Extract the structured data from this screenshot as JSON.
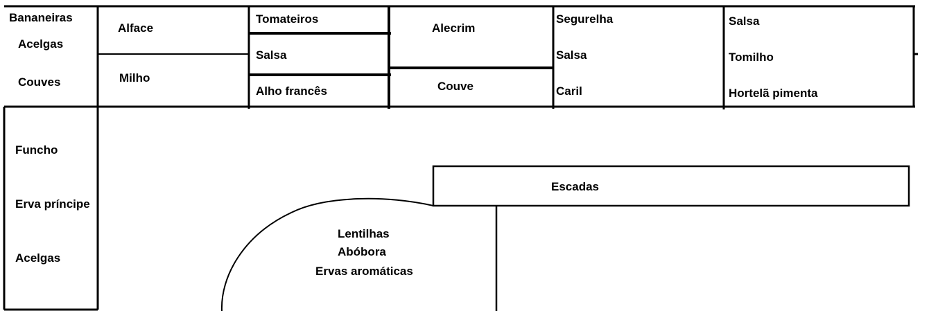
{
  "colors": {
    "ink": "#000000",
    "paper": "#ffffff"
  },
  "top_row": {
    "bed_1": [
      "Bananeiras",
      "Acelgas",
      "Couves"
    ],
    "bed_2": [
      "Alface",
      "Milho"
    ],
    "bed_3": [
      "Tomateiros",
      "Salsa",
      "Alho francês"
    ],
    "bed_4": [
      "Alecrim",
      "Couve"
    ],
    "bed_5": [
      "Segurelha",
      "Salsa",
      "Caril"
    ],
    "bed_6": [
      "Salsa",
      "Tomilho",
      "Hortelã pimenta"
    ]
  },
  "left_bed": [
    "Funcho",
    "Erva príncipe",
    "Acelgas"
  ],
  "stairs": "Escadas",
  "round_bed": [
    "Lentilhas",
    "Abóbora",
    "Ervas aromáticas"
  ]
}
